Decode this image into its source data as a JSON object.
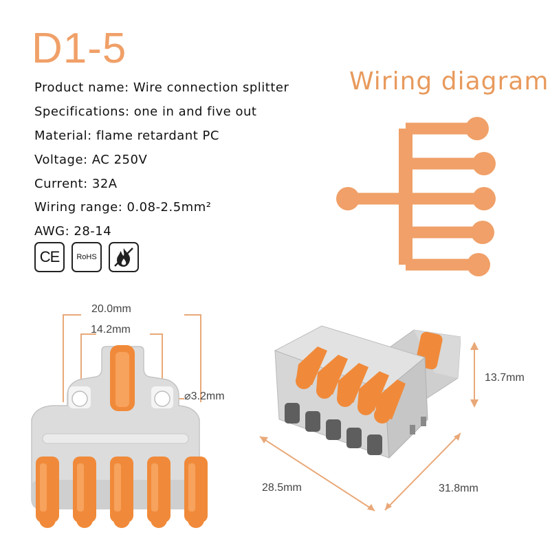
{
  "model": "D1-5",
  "specs": {
    "product_name": "Product name:  Wire connection splitter",
    "specifications": "Specifications: one in and five out",
    "material": "Material: flame retardant PC",
    "voltage": "Voltage: AC 250V",
    "current": "Current: 32A",
    "wiring_range": "Wiring range: 0.08-2.5mm²",
    "awg": "AWG: 28-14"
  },
  "certifications": {
    "ce": "CE",
    "rohs": "RoHS",
    "flame_icon": "flame-retardant-icon"
  },
  "wiring_diagram": {
    "title": "Wiring diagram",
    "inputs": 1,
    "outputs": 5
  },
  "dimensions": {
    "overall_width": "20.0mm",
    "hole_spacing": "14.2mm",
    "hole_diameter": "3.2mm",
    "height": "13.7mm",
    "length": "28.5mm",
    "width": "31.8mm"
  },
  "colors": {
    "accent": "#f0a068",
    "lever_orange": "#f08a3a",
    "housing_gray": "#d8d8d8",
    "dimension_line": "#e9a878"
  }
}
